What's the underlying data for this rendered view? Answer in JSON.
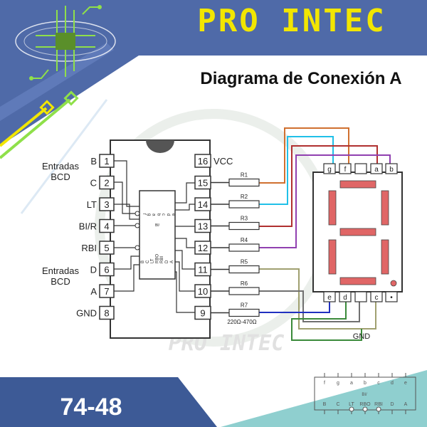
{
  "brand": {
    "name": "PRO INTEC",
    "watermark": "PRO INTEC"
  },
  "title": "Diagrama de Conexión A",
  "part_number": "74-48",
  "colors": {
    "banner_blue": "#4f6aa8",
    "brand_yellow": "#f2e600",
    "part_bg": "#3d5a96",
    "teal": "#8fcfcf",
    "seg_red": "#e06666"
  },
  "ic": {
    "left_pins": [
      {
        "label": "B",
        "num": "1"
      },
      {
        "label": "C",
        "num": "2"
      },
      {
        "label": "LT",
        "num": "3"
      },
      {
        "label": "BI/R",
        "num": "4"
      },
      {
        "label": "RBI",
        "num": "5"
      },
      {
        "label": "D",
        "num": "6"
      },
      {
        "label": "A",
        "num": "7"
      },
      {
        "label": "GND",
        "num": "8"
      }
    ],
    "right_pins": [
      {
        "num": "16",
        "label": "VCC"
      },
      {
        "num": "15"
      },
      {
        "num": "14"
      },
      {
        "num": "13"
      },
      {
        "num": "12"
      },
      {
        "num": "11"
      },
      {
        "num": "10"
      },
      {
        "num": "9"
      }
    ],
    "group_top": [
      "Entradas",
      "BCD"
    ],
    "group_bottom": [
      "Entradas",
      "BCD"
    ],
    "inner_top": [
      "f",
      "g",
      "a",
      "b",
      "c",
      "d",
      "e"
    ],
    "inner_bottom": [
      "B",
      "C",
      "LT",
      "RBO",
      "RBI",
      "D",
      "A"
    ],
    "inner_mid": "BI/"
  },
  "resistors": [
    "R1",
    "R2",
    "R3",
    "R4",
    "R5",
    "R6",
    "R7"
  ],
  "resistor_value": "220Ω-470Ω",
  "display": {
    "top_pins": [
      "g",
      "f",
      "",
      "a",
      "b"
    ],
    "bottom_pins": [
      "e",
      "d",
      "",
      "c",
      "•"
    ]
  },
  "gnd_label": "GND",
  "mini_chip": {
    "top": [
      "f",
      "g",
      "a",
      "b",
      "c",
      "d",
      "e"
    ],
    "mid": "BI/",
    "bottom": [
      "B",
      "C",
      "LT",
      "RBO",
      "RBI",
      "D",
      "A"
    ]
  }
}
